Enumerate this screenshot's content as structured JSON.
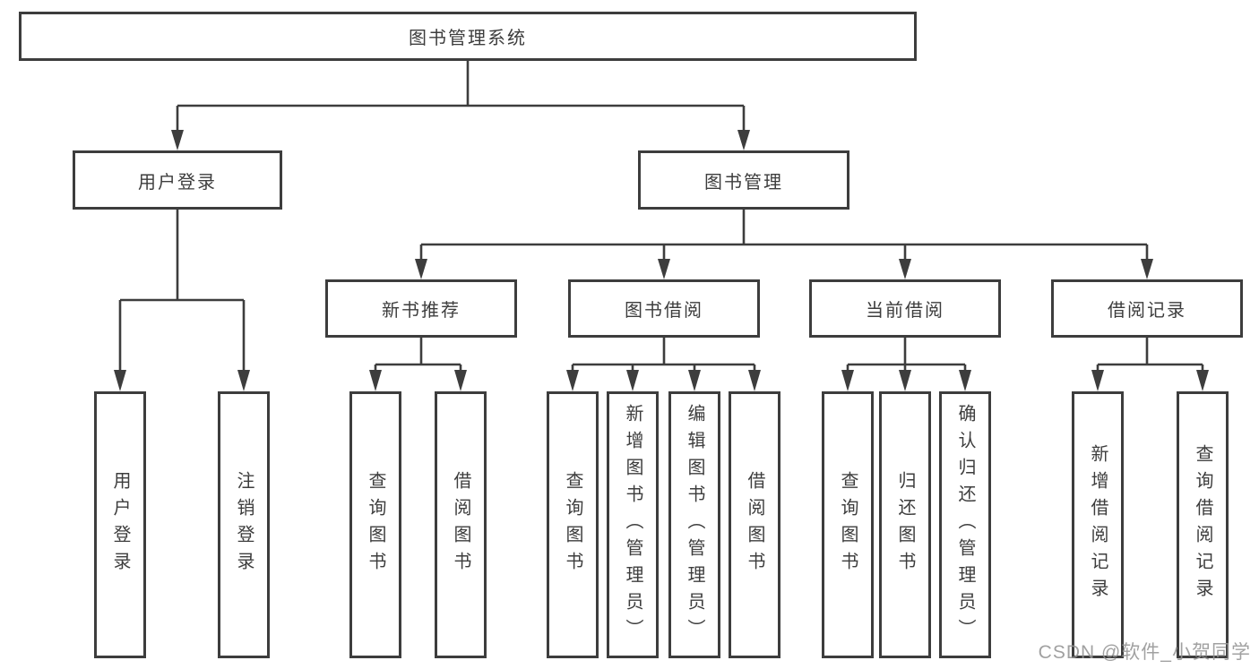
{
  "nodes": {
    "root": "图书管理系统",
    "user_login": "用户登录",
    "book_mgmt": "图书管理",
    "new_book_rec": "新书推荐",
    "book_borrow": "图书借阅",
    "current_borrow": "当前借阅",
    "borrow_record": "借阅记录",
    "leaf_user_login": "用户登录",
    "leaf_logout": "注销登录",
    "leaf_nb_query": "查询图书",
    "leaf_nb_borrow": "借阅图书",
    "leaf_bb_query": "查询图书",
    "leaf_bb_add": "新增图书（管理员）",
    "leaf_bb_edit": "编辑图书（管理员）",
    "leaf_bb_borrow": "借阅图书",
    "leaf_cb_query": "查询图书",
    "leaf_cb_return": "归还图书",
    "leaf_cb_confirm": "确认归还（管理员）",
    "leaf_br_add": "新增借阅记录",
    "leaf_br_query": "查询借阅记录"
  },
  "watermark": "CSDN @软件_小贺同学",
  "colors": {
    "line": "#3d3d3d",
    "text": "#3d3d3d",
    "node_background": "#ffffff",
    "page_background": "#ffffff",
    "watermark": "#949494"
  }
}
